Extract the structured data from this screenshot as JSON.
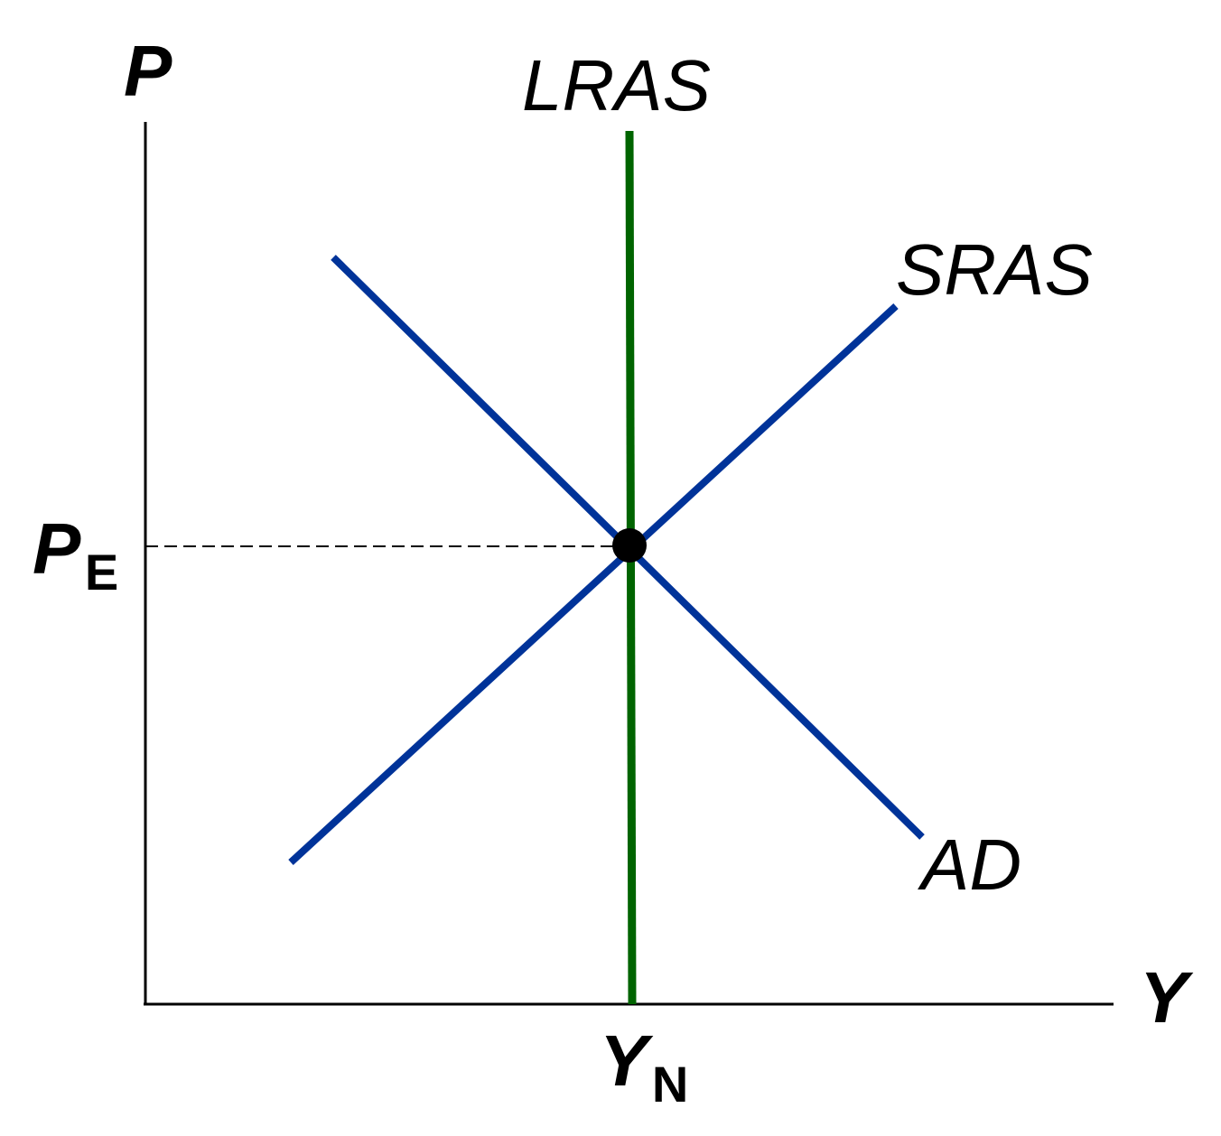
{
  "diagram": {
    "y_axis_label": "P",
    "x_axis_label": "Y",
    "price_label": {
      "main": "P",
      "sub": "E"
    },
    "output_label": {
      "main": "Y",
      "sub": "N"
    },
    "curves": {
      "lras": {
        "label": "LRAS",
        "color": "#006400"
      },
      "sras": {
        "label": "SRAS",
        "color": "#003399"
      },
      "ad": {
        "label": "AD",
        "color": "#003399"
      }
    },
    "axis_color": "#000000",
    "equilibrium_color": "#000000"
  }
}
